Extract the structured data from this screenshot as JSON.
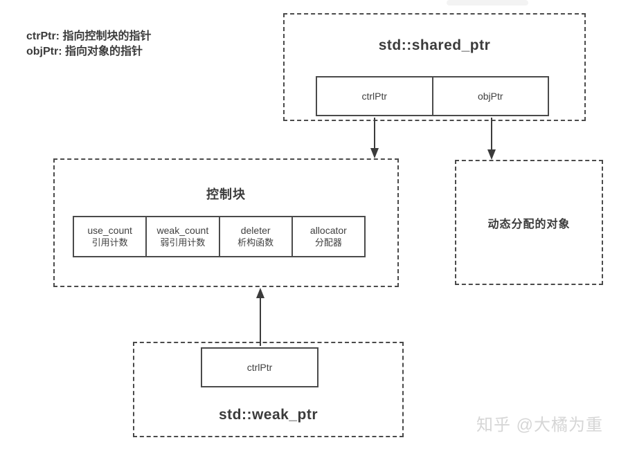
{
  "legend": {
    "line1": "ctrPtr: 指向控制块的指针",
    "line2": "objPtr: 指向对象的指针"
  },
  "shared_ptr": {
    "title": "std::shared_ptr",
    "cells": [
      {
        "label": "ctrlPtr"
      },
      {
        "label": "objPtr"
      }
    ]
  },
  "control_block": {
    "title": "控制块",
    "cells": [
      {
        "en": "use_count",
        "zh": "引用计数"
      },
      {
        "en": "weak_count",
        "zh": "弱引用计数"
      },
      {
        "en": "deleter",
        "zh": "析构函数"
      },
      {
        "en": "allocator",
        "zh": "分配器"
      }
    ]
  },
  "object_box": {
    "label": "动态分配的对象"
  },
  "weak_ptr": {
    "title": "std::weak_ptr",
    "cell_label": "ctrlPtr"
  },
  "watermark": {
    "text": "知乎 @大橘为重"
  },
  "colors": {
    "border": "#4a4a4a",
    "text": "#3b3b3b",
    "watermark": "#d6d6d6"
  }
}
